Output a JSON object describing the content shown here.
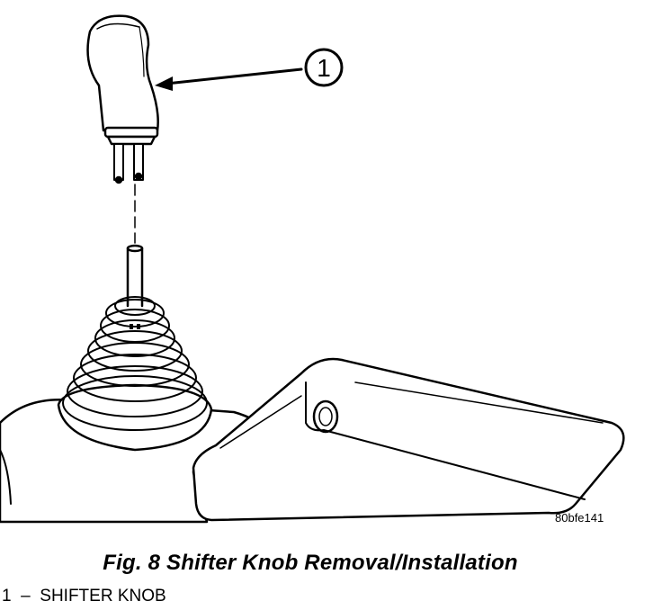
{
  "figure": {
    "callout_number": "1",
    "figure_id": "80bfe141"
  },
  "caption": "Fig. 8 Shifter Knob Removal/Installation",
  "legend": [
    {
      "number": "1",
      "separator": "–",
      "label": "SHIFTER KNOB"
    }
  ]
}
